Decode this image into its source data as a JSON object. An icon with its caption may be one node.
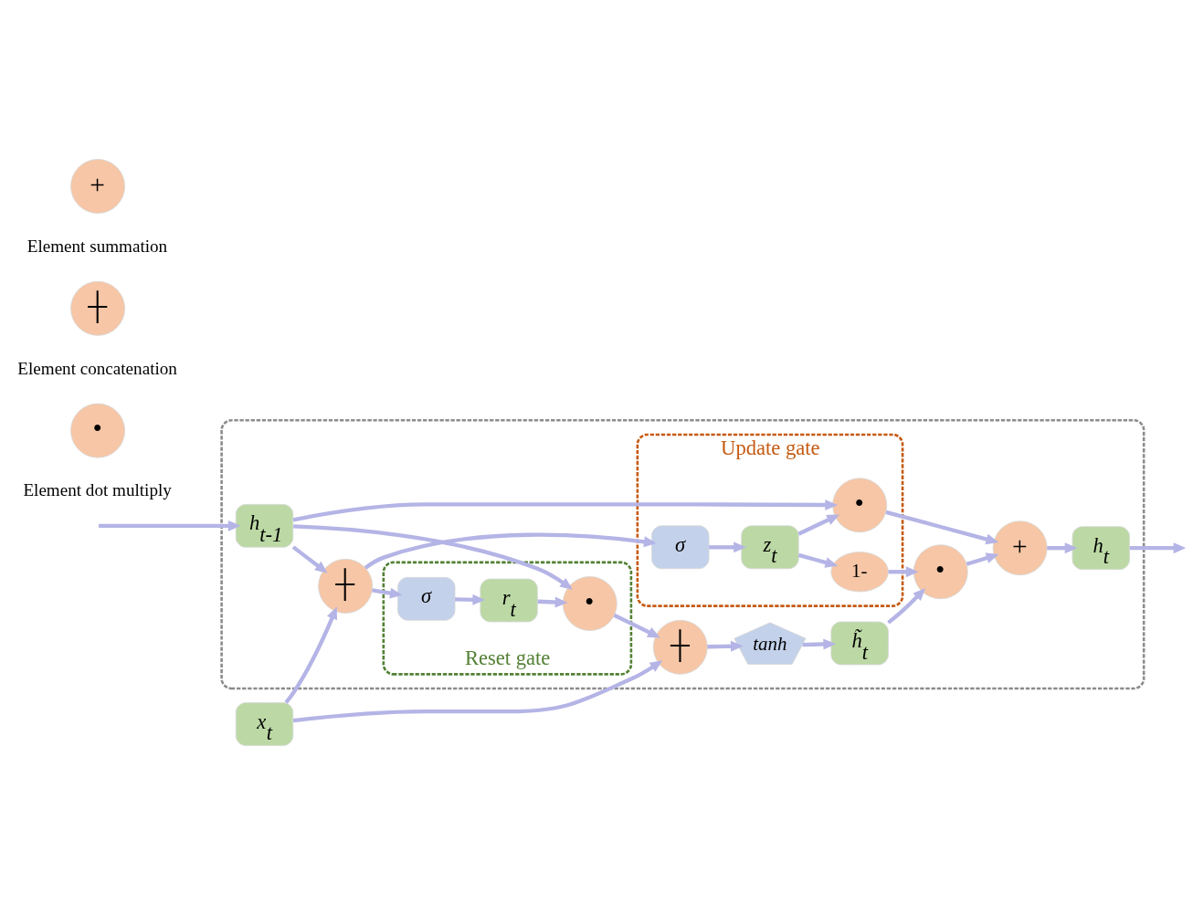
{
  "diagram": {
    "nodes": [
      {
        "text": [],
        "shape": "box"
      },
      {
        "text": [
          "Update gate"
        ],
        "in": 0
      },
      {
        "text": [
          "Reset gate"
        ],
        "in": 0
      },
      {
        "text": [
          "h$_{t-1}$"
        ],
        "in": 0
      },
      {
        "text": [
          "•"
        ],
        "in": 1
      },
      {
        "text": [
          "+"
        ],
        "in": 0
      },
      {
        "text": [
          "h$_{t}$"
        ],
        "in": 0
      },
      {
        "text": [
          "•"
        ],
        "in": 2
      },
      {
        "text": [
          "1-"
        ],
        "in": 1
      },
      {
        "text": [
          "•"
        ],
        "in": 0
      },
      {
        "text": [
          "r$_{t}$"
        ],
        "in": 2
      },
      {
        "text": [
          "z$_{t}$"
        ],
        "in": 1
      },
      {
        "text": [
          "h̃$_{t}$"
        ],
        "in": 0
      },
      {
        "text": [
          "σ"
        ],
        "in": 2
      },
      {
        "text": [
          "σ"
        ],
        "in": 1
      },
      {
        "text": [
          "tanh"
        ],
        "in": 0
      },
      {
        "text": [
          "┼"
        ],
        "in": 0
      },
      {
        "text": [
          "┼"
        ],
        "in": 0
      },
      {
        "text": [
          "x$_{t}$"
        ]
      },
      {
        "text": [
          "•"
        ],
        "beside": [
          "Element dot multiply"
        ]
      },
      {
        "text": [
          "┼"
        ],
        "beside": [
          "Element concatenation"
        ]
      },
      {
        "text": [
          "+"
        ],
        "beside": [
          "Element summation"
        ]
      }
    ],
    "edges": [
      {
        "from": null,
        "to": 3,
        "arrow": "to"
      },
      {
        "from": 3,
        "to": 4,
        "arrow": "to"
      },
      {
        "from": 4,
        "to": 5,
        "arrow": "to"
      },
      {
        "from": 5,
        "to": 6,
        "arrow": "to"
      },
      {
        "from": 6,
        "to": null,
        "arrow": "to"
      },
      {
        "from": 3,
        "to": 16,
        "arrow": "to"
      },
      {
        "from": 3,
        "to": 7,
        "arrow": "to"
      },
      {
        "from": 18,
        "to": 16,
        "arrow": "to"
      },
      {
        "from": 18,
        "to": 17,
        "arrow": "to"
      },
      {
        "from": 16,
        "to": 13,
        "arrow": "to"
      },
      {
        "from": 16,
        "to": 14,
        "arrow": "to"
      },
      {
        "from": 13,
        "to": 10,
        "arrow": "to"
      },
      {
        "from": 10,
        "to": 7,
        "arrow": "to"
      },
      {
        "from": 7,
        "to": 17,
        "arrow": "to"
      },
      {
        "from": 14,
        "to": 11,
        "arrow": "to"
      },
      {
        "from": 11,
        "to": 4,
        "arrow": "to"
      },
      {
        "from": 11,
        "to": 8,
        "arrow": "to"
      },
      {
        "from": 8,
        "to": 9,
        "arrow": "to"
      },
      {
        "from": 17,
        "to": 15,
        "arrow": "to"
      },
      {
        "from": 15,
        "to": 12,
        "arrow": "to"
      },
      {
        "from": 12,
        "to": 9,
        "arrow": "to"
      },
      {
        "from": 9,
        "to": 5,
        "arrow": "to"
      }
    ]
  }
}
